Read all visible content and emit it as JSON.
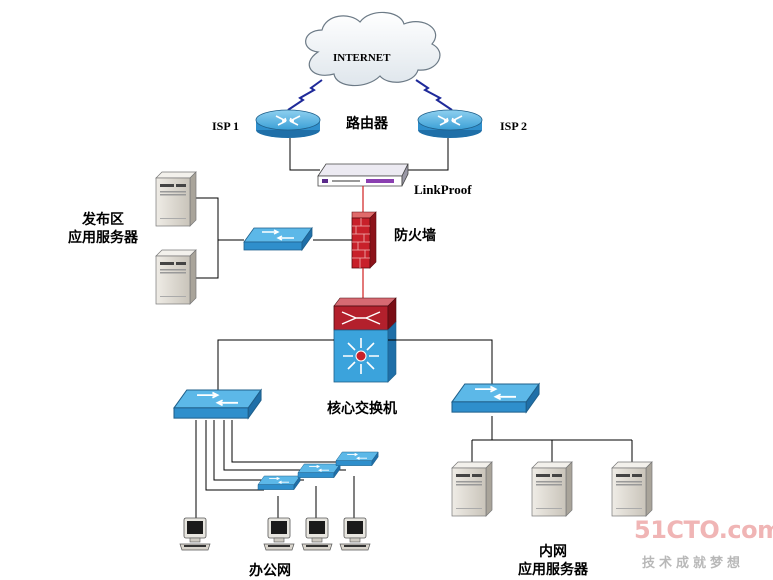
{
  "labels": {
    "internet": "INTERNET",
    "isp1": "ISP 1",
    "isp2": "ISP 2",
    "router": "路由器",
    "linkproof": "LinkProof",
    "firewall": "防火墙",
    "publish_zone_line1": "发布区",
    "publish_zone_line2": "应用服务器",
    "core_switch": "核心交换机",
    "office_network": "办公网",
    "intranet_line1": "内网",
    "intranet_line2": "应用服务器"
  },
  "watermark": {
    "logo": "51CTO.com",
    "slogan": "技术成就梦想"
  },
  "colors": {
    "router_blue": "#3aa0d8",
    "switch_blue": "#3ba3dc",
    "firewall_red": "#c8202a",
    "core_red": "#b3202c",
    "server_gray": "#d7d3cb",
    "link_red": "#d02020",
    "watermark_red": "#f0b5b5",
    "watermark_gray": "#b8b8b8"
  }
}
